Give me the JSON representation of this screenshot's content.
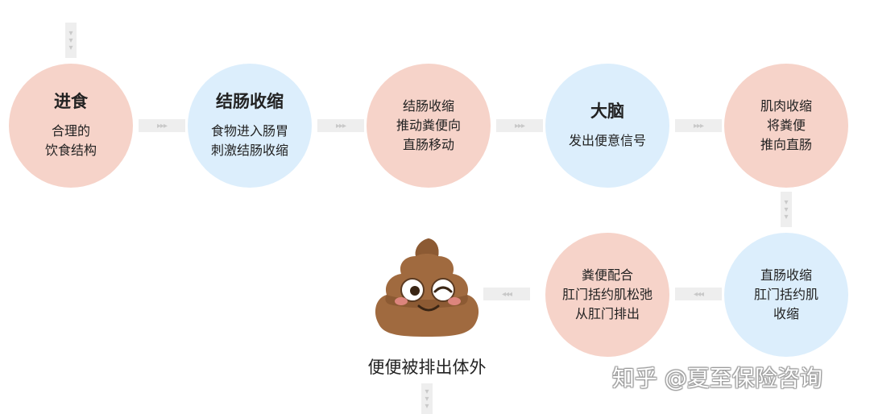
{
  "steps": [
    {
      "title": "进食",
      "lines": [
        "合理的",
        "饮食结构"
      ]
    },
    {
      "title": "结肠收缩",
      "lines": [
        "食物进入肠胃",
        "刺激结肠收缩"
      ]
    },
    {
      "lines": [
        "结肠收缩",
        "推动粪便向",
        "直肠移动"
      ]
    },
    {
      "title": "大脑",
      "lines": [
        "发出便意信号"
      ]
    },
    {
      "lines": [
        "肌肉收缩",
        "将粪便",
        "推向直肠"
      ]
    },
    {
      "lines": [
        "直肠收缩",
        "肛门括约肌",
        "收缩"
      ]
    },
    {
      "lines": [
        "粪便配合",
        "肛门括约肌松弛",
        "从肛门排出"
      ]
    }
  ],
  "result": {
    "caption": "便便被排出体外",
    "icon": "poop-emoji-icon"
  },
  "watermark": "知乎 @夏至保险咨询",
  "colors": {
    "pink": "#f6d3c9",
    "blue": "#dceefc",
    "arrow": "#eeeeee"
  }
}
